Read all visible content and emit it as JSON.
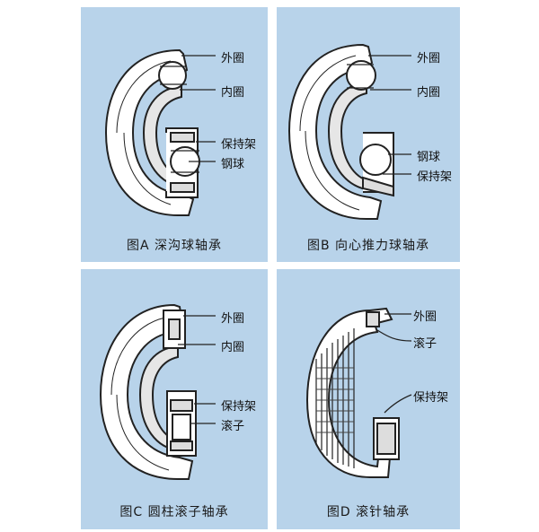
{
  "panels": {
    "a": {
      "caption": "图A  深沟球轴承",
      "labels": {
        "outer": "外圈",
        "inner": "内圈",
        "cage": "保持架",
        "ball": "钢球"
      }
    },
    "b": {
      "caption": "图B  向心推力球轴承",
      "labels": {
        "outer": "外圈",
        "inner": "内圈",
        "ball": "钢球",
        "cage": "保持架"
      }
    },
    "c": {
      "caption": "图C  圆柱滚子轴承",
      "labels": {
        "outer": "外圈",
        "inner": "内圈",
        "cage": "保持架",
        "roller": "滚子"
      }
    },
    "d": {
      "caption": "图D  滚针轴承",
      "labels": {
        "outer": "外圈",
        "roller": "滚子",
        "cage": "保持架"
      }
    }
  },
  "colors": {
    "panel_bg": "#b8d3ea",
    "line": "#222222",
    "fill": "#ffffff",
    "shade": "#d9d9d9"
  }
}
